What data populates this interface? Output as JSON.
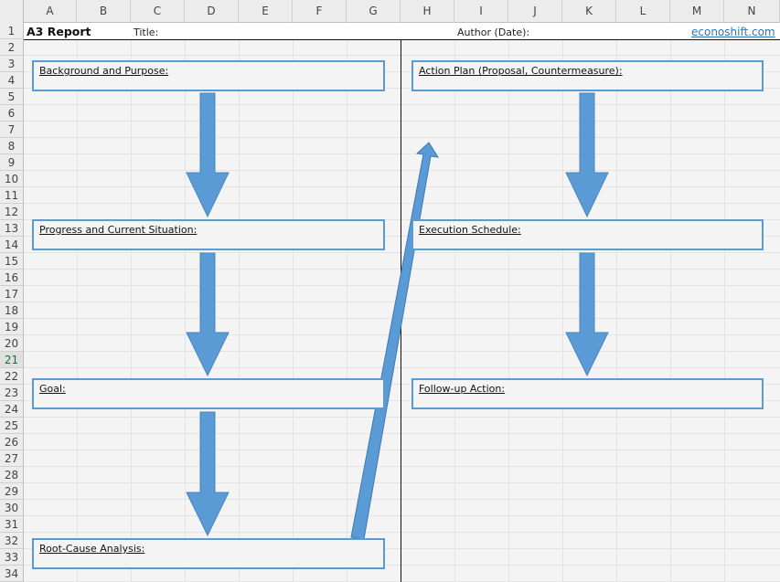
{
  "columns": [
    "A",
    "B",
    "C",
    "D",
    "E",
    "F",
    "G",
    "H",
    "I",
    "J",
    "K",
    "L",
    "M",
    "N"
  ],
  "rows": [
    "1",
    "2",
    "3",
    "4",
    "5",
    "6",
    "7",
    "8",
    "9",
    "10",
    "11",
    "12",
    "13",
    "14",
    "15",
    "16",
    "17",
    "18",
    "19",
    "20",
    "21",
    "22",
    "23",
    "24",
    "25",
    "26",
    "27",
    "28",
    "29",
    "30",
    "31",
    "32",
    "33",
    "34"
  ],
  "selected_row": "21",
  "header": {
    "report_title": "A3 Report",
    "title_label": "Title:",
    "author_label": "Author (Date):",
    "site_link": "econoshift.com"
  },
  "left_column": {
    "boxes": [
      {
        "label": "Background and Purpose:"
      },
      {
        "label": "Progress and Current Situation:"
      },
      {
        "label": "Goal:"
      },
      {
        "label": "Root-Cause Analysis:"
      }
    ]
  },
  "right_column": {
    "boxes": [
      {
        "label": "Action Plan (Proposal, Countermeasure):"
      },
      {
        "label": "Execution Schedule:"
      },
      {
        "label": "Follow-up Action:"
      }
    ]
  },
  "colors": {
    "accent": "#5b9bd5",
    "link": "#2e74b5",
    "selected_row_text": "#1d6b3b"
  }
}
